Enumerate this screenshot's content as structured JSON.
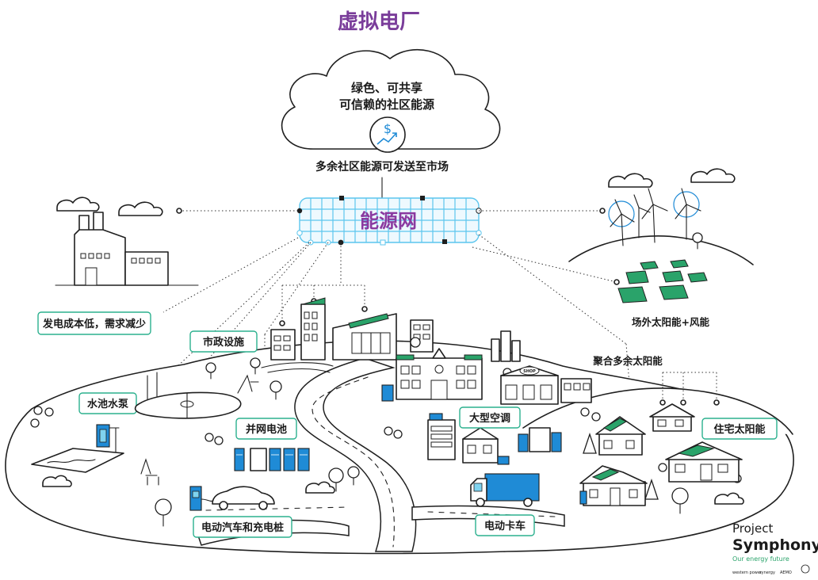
{
  "title": "虚拟电厂",
  "cloud": {
    "line1": "绿色、可共享",
    "line2": "可信赖的社区能源"
  },
  "export_text": "多余社区能源可发送至市场",
  "grid": {
    "label": "能源网"
  },
  "labels": {
    "low_cost": "发电成本低，需求减少",
    "municipal": "市政设施",
    "pool_pump": "水池水泵",
    "grid_battery": "并网电池",
    "ev_charging": "电动汽车和充电桩",
    "electric_truck": "电动卡车",
    "large_ac": "大型空调",
    "residential_solar": "住宅太阳能",
    "offsite": "场外太阳能+风能",
    "aggregated": "聚合多余太阳能",
    "shop_sign": "SHOP"
  },
  "logo": {
    "line1": "Project",
    "line2": "Symphony",
    "tagline": "Our energy future",
    "partners": [
      "western power",
      "synergy",
      "AEMO"
    ]
  },
  "colors": {
    "title": "#7a3d9a",
    "grid_text": "#8a3aa0",
    "grid_line": "#5cc6ee",
    "label_border": "#2bb08e",
    "accent_blue": "#1f8bd6",
    "logo_tagline": "#2aa36a"
  }
}
